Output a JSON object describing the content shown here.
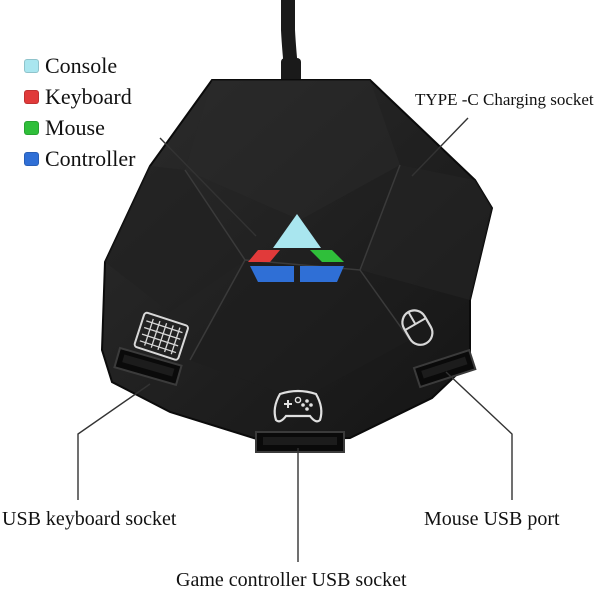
{
  "legend": {
    "items": [
      {
        "label": "Console",
        "color": "#a9e6ef"
      },
      {
        "label": "Keyboard",
        "color": "#e13a3a"
      },
      {
        "label": "Mouse",
        "color": "#2fbf3a"
      },
      {
        "label": "Controller",
        "color": "#2f6fd6"
      }
    ]
  },
  "callouts": {
    "type_c": "TYPE -C Charging socket",
    "usb_keyboard": "USB keyboard socket",
    "mouse_usb": "Mouse USB port",
    "game_controller": "Game controller USB socket"
  },
  "colors": {
    "device_body": "#1b1b1b",
    "device_facet": "#2a2a2a",
    "led_console": "#a9e6ef",
    "led_keyboard": "#e13a3a",
    "led_mouse": "#2fbf3a",
    "led_controller": "#2f6fd6",
    "icon_stroke": "#d8d8d8",
    "leader_line": "#333333"
  },
  "icons": [
    "keyboard-icon",
    "mouse-icon",
    "gamepad-icon"
  ]
}
